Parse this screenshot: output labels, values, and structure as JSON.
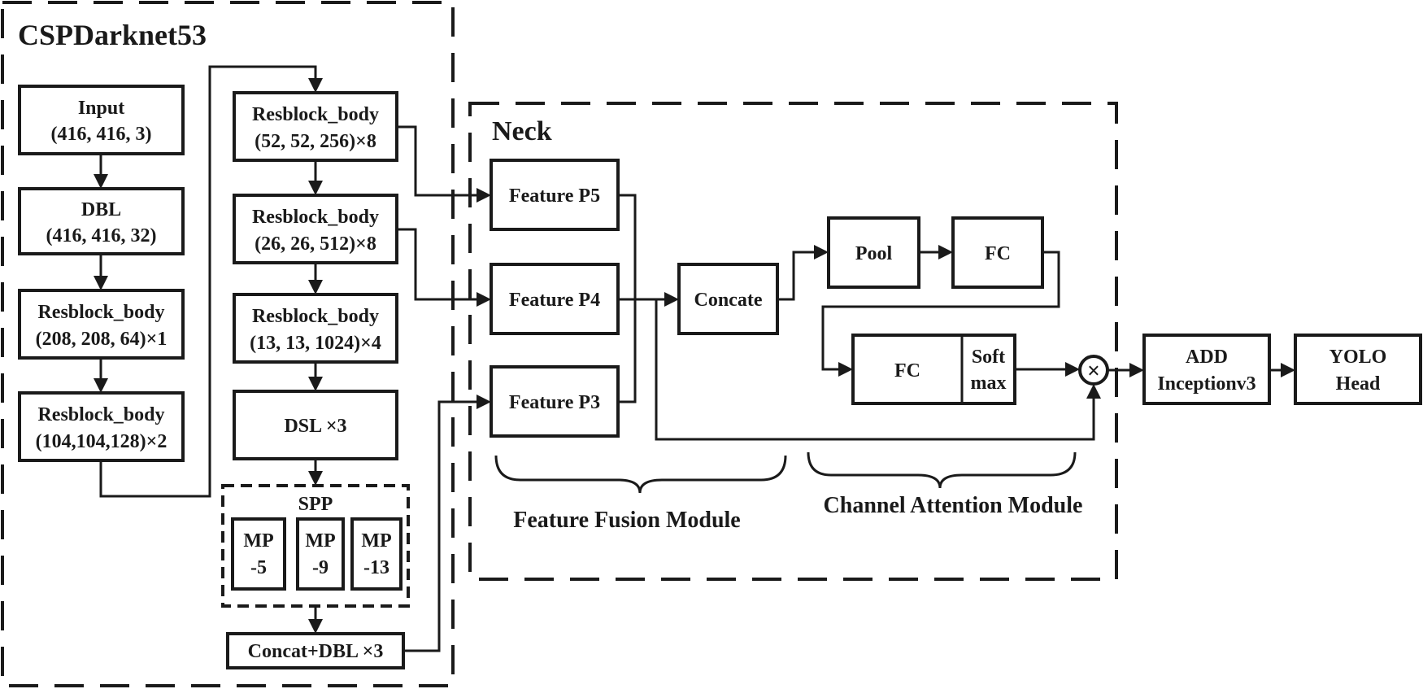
{
  "groups": {
    "backbone": "CSPDarknet53",
    "neck": "Neck",
    "fusion": "Feature Fusion Module",
    "attention": "Channel Attention Module"
  },
  "backbone": {
    "input": [
      "Input",
      "(416, 416, 3)"
    ],
    "dbl": [
      "DBL",
      "(416, 416, 32)"
    ],
    "res1": [
      "Resblock_body",
      "(208, 208, 64)×1"
    ],
    "res2": [
      "Resblock_body",
      "(104,104,128)×2"
    ],
    "res3": [
      "Resblock_body",
      "(52, 52, 256)×8"
    ],
    "res4": [
      "Resblock_body",
      "(26, 26, 512)×8"
    ],
    "res5": [
      "Resblock_body",
      "(13, 13, 1024)×4"
    ],
    "dsl": "DSL ×3",
    "spp": "SPP",
    "mp5": [
      "MP",
      "-5"
    ],
    "mp9": [
      "MP",
      "-9"
    ],
    "mp13": [
      "MP",
      "-13"
    ],
    "concat_dbl": "Concat+DBL ×3"
  },
  "neck": {
    "p5": "Feature P5",
    "p4": "Feature P4",
    "p3": "Feature P3",
    "concate": "Concate",
    "pool": "Pool",
    "fc1": "FC",
    "fc2": "FC",
    "softmax": [
      "Soft",
      "max"
    ],
    "multiply": "×"
  },
  "head": {
    "add": [
      "ADD",
      "Inceptionv3"
    ],
    "yolo": [
      "YOLO",
      "Head"
    ]
  }
}
